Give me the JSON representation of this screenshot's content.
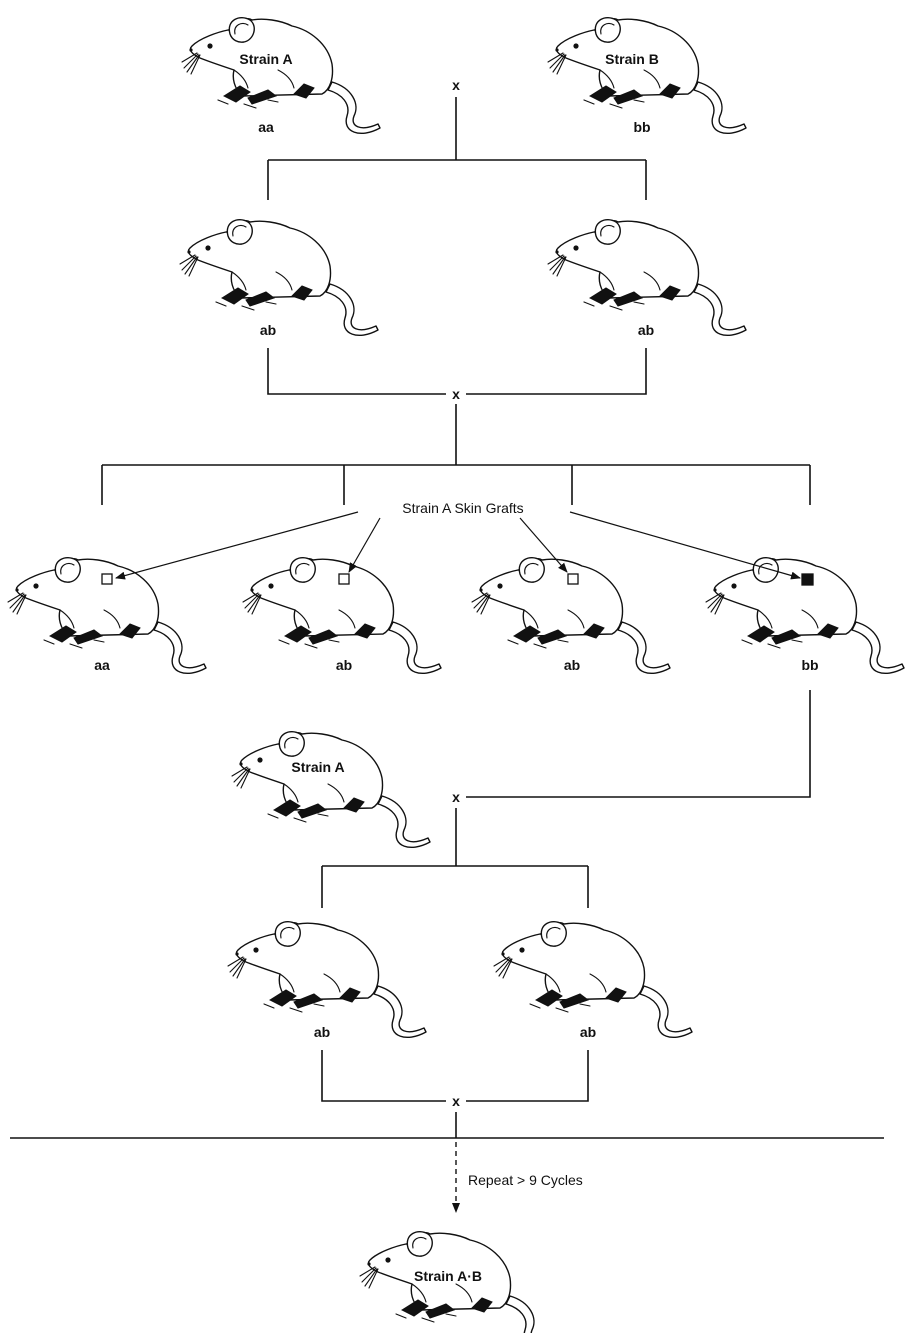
{
  "colors": {
    "ink": "#111111",
    "paper": "#ffffff",
    "rejected_graft": "#111111",
    "accepted_graft": "#ffffff"
  },
  "cross_symbol": "x",
  "parents": {
    "strain_a": {
      "body_label": "Strain A",
      "genotype": "aa"
    },
    "strain_b": {
      "body_label": "Strain B",
      "genotype": "bb"
    }
  },
  "f1": [
    {
      "genotype": "ab"
    },
    {
      "genotype": "ab"
    }
  ],
  "graft_label": "Strain A Skin Grafts",
  "f2": [
    {
      "genotype": "aa",
      "graft": "accepted"
    },
    {
      "genotype": "ab",
      "graft": "accepted"
    },
    {
      "genotype": "ab",
      "graft": "accepted"
    },
    {
      "genotype": "bb",
      "graft": "rejected"
    }
  ],
  "backcross_parent": {
    "body_label": "Strain A"
  },
  "backcross_offspring": [
    {
      "genotype": "ab"
    },
    {
      "genotype": "ab"
    }
  ],
  "repeat_text": "Repeat > 9 Cycles",
  "final": {
    "body_label": "Strain A·B"
  }
}
